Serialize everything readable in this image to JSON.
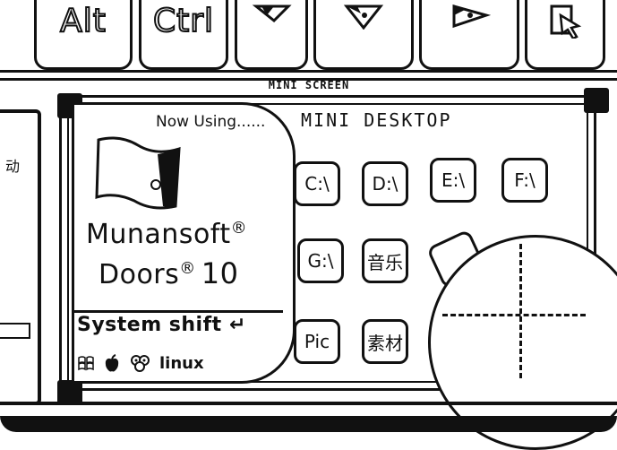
{
  "keyboard": {
    "keys": [
      {
        "id": "alt",
        "label": "Alt"
      },
      {
        "id": "ctrl",
        "label": "Ctrl"
      },
      {
        "id": "arrow-left",
        "icon": "arrow-left-icon"
      },
      {
        "id": "arrow-down",
        "icon": "arrow-down-icon"
      },
      {
        "id": "arrow-right",
        "icon": "arrow-right-icon"
      },
      {
        "id": "cursor",
        "icon": "cursor-pointer-icon"
      }
    ]
  },
  "mini_screen": {
    "label": "MINI SCREEN"
  },
  "start_panel": {
    "now_using": "Now Using......",
    "brand_line1": "Munansoft",
    "brand_line2": "Doors",
    "reg_symbol": "®",
    "version": "10",
    "system_shift": "System shift",
    "enter_symbol": "↵",
    "os_icons": [
      "windows-icon",
      "apple-icon",
      "linux-penguin-icon"
    ],
    "linux_label": "linux"
  },
  "desktop": {
    "title": "MINI DESKTOP",
    "tiles": [
      {
        "label": "C:\\"
      },
      {
        "label": "D:\\"
      },
      {
        "label": "E:\\"
      },
      {
        "label": "F:\\"
      },
      {
        "label": "G:\\"
      },
      {
        "label": "音乐"
      },
      {
        "label": "Pic"
      },
      {
        "label": "素材"
      }
    ]
  },
  "left_window": {
    "glyph": "动"
  },
  "colors": {
    "ink": "#111111",
    "paper": "#ffffff"
  }
}
